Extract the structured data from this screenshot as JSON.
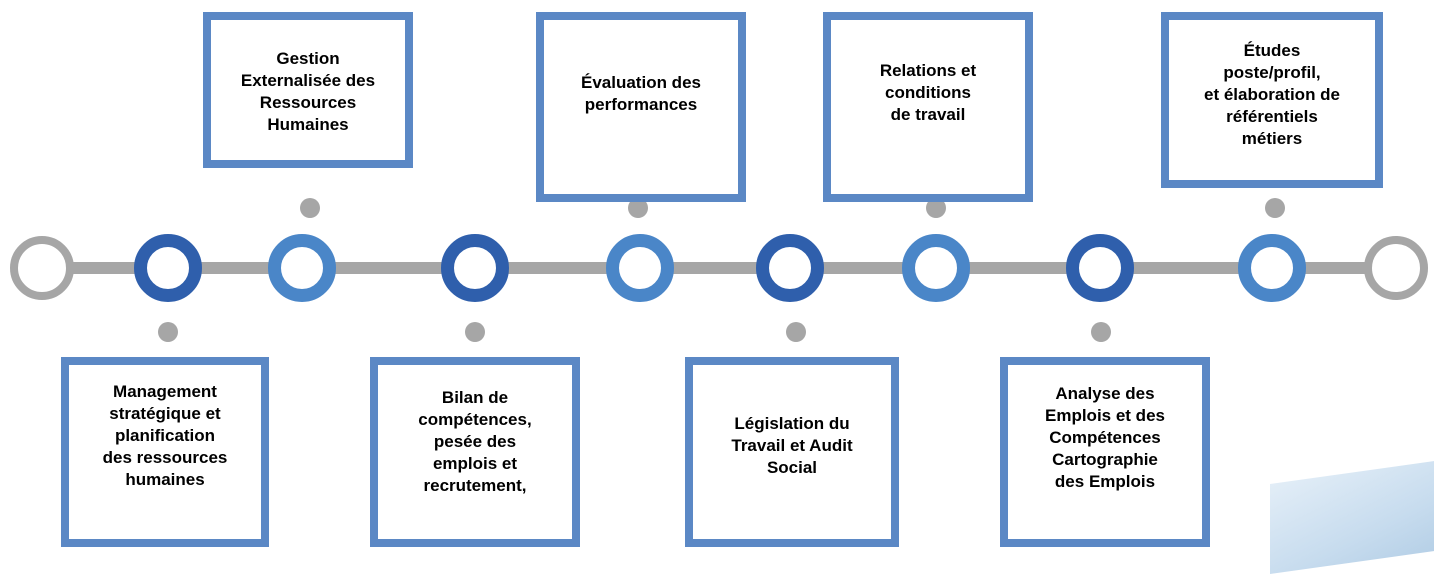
{
  "colors": {
    "line": "#a6a6a6",
    "node_dark": "#2f5fac",
    "node_light": "#4a86c8",
    "box_border": "#5b88c5"
  },
  "boxes": {
    "top": [
      "Gestion\nExternalisée des\nRessources\nHumaines",
      "Évaluation des\nperformances",
      "Relations et\nconditions\nde travail",
      "Études\nposte/profil,\net élaboration de\nréférentiels\nmétiers"
    ],
    "bottom": [
      "Management\nstratégique et\nplanification\ndes ressources\nhumaines",
      "Bilan de\ncompétences,\npesée des\nemplois et\nrecrutement,",
      "Législation du\nTravail et Audit\nSocial",
      "Analyse des\nEmplois et des\nCompétences\nCartographie\ndes Emplois"
    ]
  }
}
